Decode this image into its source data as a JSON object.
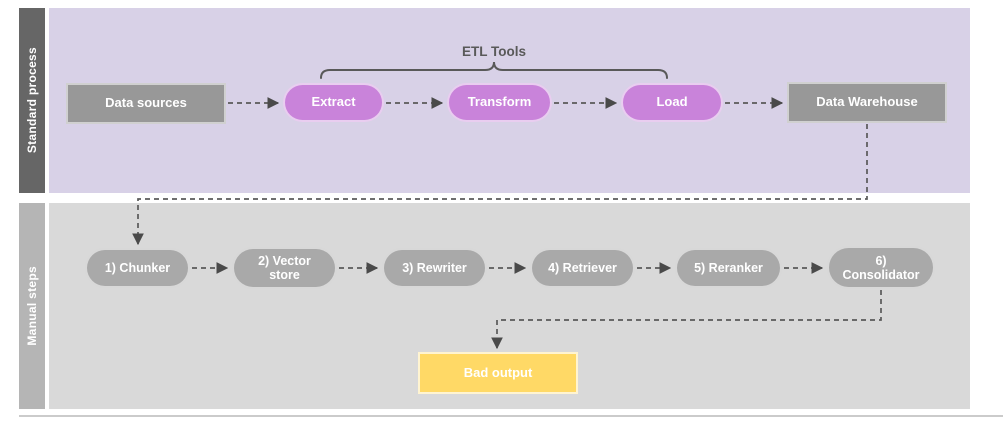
{
  "lanes": {
    "standard": {
      "label": "Standard process"
    },
    "manual": {
      "label": "Manual steps"
    }
  },
  "group_label": "ETL Tools",
  "nodes": {
    "data_sources": "Data sources",
    "extract": "Extract",
    "transform": "Transform",
    "load": "Load",
    "data_warehouse": "Data Warehouse",
    "chunker": "1) Chunker",
    "vector_store": "2) Vector store",
    "rewriter": "3) Rewriter",
    "retriever": "4) Retriever",
    "reranker": "5) Reranker",
    "consolidator": "6) Consolidator",
    "bad_output": "Bad output"
  },
  "colors": {
    "standard_lane_bg": "#d8d1e7",
    "standard_lane_label_bg": "#666666",
    "manual_lane_bg": "#d9d9d9",
    "manual_lane_label_bg": "#b5b5b5",
    "etl_pill": "#c983da",
    "gray_box": "#989898",
    "manual_pill": "#a9a9a9",
    "bad_output_box": "#ffd966",
    "connector": "#595959",
    "node_text": "#ffffff"
  }
}
